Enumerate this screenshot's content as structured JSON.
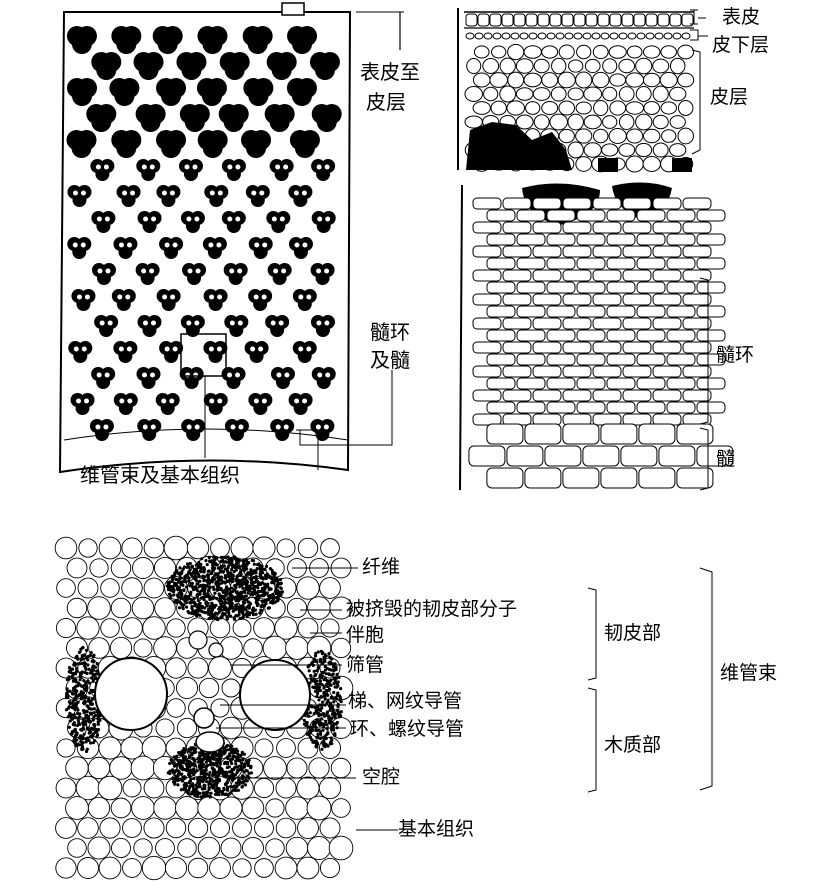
{
  "panel_stem_overview": {
    "label_epidermis_cortex": [
      "表皮至",
      "皮层"
    ],
    "label_pith_ring_pith": [
      "髓环",
      "及髓"
    ],
    "label_bundle_ground": "维管束及基本组织"
  },
  "panel_tissue_layers": {
    "label_epidermis": "表皮",
    "label_hypodermis": "皮下层",
    "label_cortex": "皮层",
    "label_pith_ring": "髓环",
    "label_pith": "髓"
  },
  "panel_vascular_bundle": {
    "label_fiber": "纤维",
    "label_crushed_phloem": "被挤毁的韧皮部分子",
    "label_companion_cell": "伴胞",
    "label_sieve_tube": "筛管",
    "label_scalariform_vessel": "梯、网纹导管",
    "label_annular_vessel": "环、螺纹导管",
    "label_cavity": "空腔",
    "label_ground_tissue": "基本组织",
    "label_phloem": "韧皮部",
    "label_xylem": "木质部",
    "label_vascular_bundle": "维管束"
  },
  "colors": {
    "ink": "#000000",
    "paper": "#ffffff"
  }
}
